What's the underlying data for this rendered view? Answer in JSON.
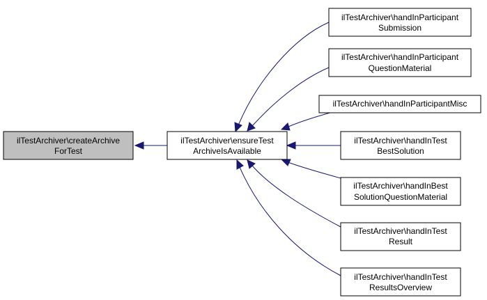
{
  "colors": {
    "focus_fill": "#bfbfbf",
    "node_fill": "#ffffff",
    "node_border": "#000000",
    "edge": "#191970"
  },
  "nodes": {
    "create_archive": {
      "lines": [
        "ilTestArchiver\\createArchive",
        "ForTest"
      ]
    },
    "ensure_available": {
      "lines": [
        "ilTestArchiver\\ensureTest",
        "ArchiveIsAvailable"
      ]
    },
    "participant_submission": {
      "lines": [
        "ilTestArchiver\\handInParticipant",
        "Submission"
      ]
    },
    "participant_question_material": {
      "lines": [
        "ilTestArchiver\\handInParticipant",
        "QuestionMaterial"
      ]
    },
    "participant_misc": {
      "lines": [
        "ilTestArchiver\\handInParticipantMisc"
      ]
    },
    "test_best_solution": {
      "lines": [
        "ilTestArchiver\\handInTest",
        "BestSolution"
      ]
    },
    "best_solution_question_material": {
      "lines": [
        "ilTestArchiver\\handInBest",
        "SolutionQuestionMaterial"
      ]
    },
    "test_result": {
      "lines": [
        "ilTestArchiver\\handInTest",
        "Result"
      ]
    },
    "test_results_overview": {
      "lines": [
        "ilTestArchiver\\handInTest",
        "ResultsOverview"
      ]
    }
  }
}
